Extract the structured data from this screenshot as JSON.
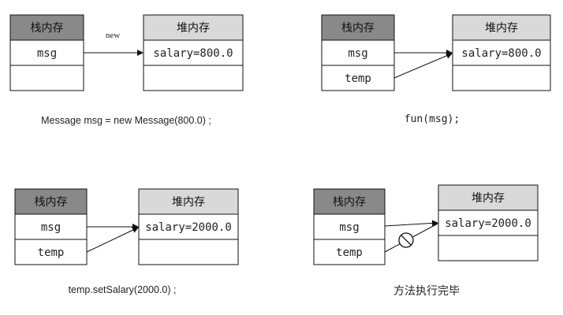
{
  "labels": {
    "stack": "栈内存",
    "heap": "堆内存",
    "msg": "msg",
    "temp": "temp",
    "new": "new"
  },
  "panels": [
    {
      "heap_value": "salary=800.0",
      "caption": "Message msg = new Message(800.0) ;"
    },
    {
      "heap_value": "salary=800.0",
      "caption": "fun(msg);"
    },
    {
      "heap_value": "salary=2000.0",
      "caption": "temp.setSalary(2000.0) ;"
    },
    {
      "heap_value": "salary=2000.0",
      "caption": "方法执行完毕"
    }
  ],
  "colors": {
    "stack_header": "#898989",
    "heap_header": "#d9d9d9",
    "line": "#111111"
  }
}
